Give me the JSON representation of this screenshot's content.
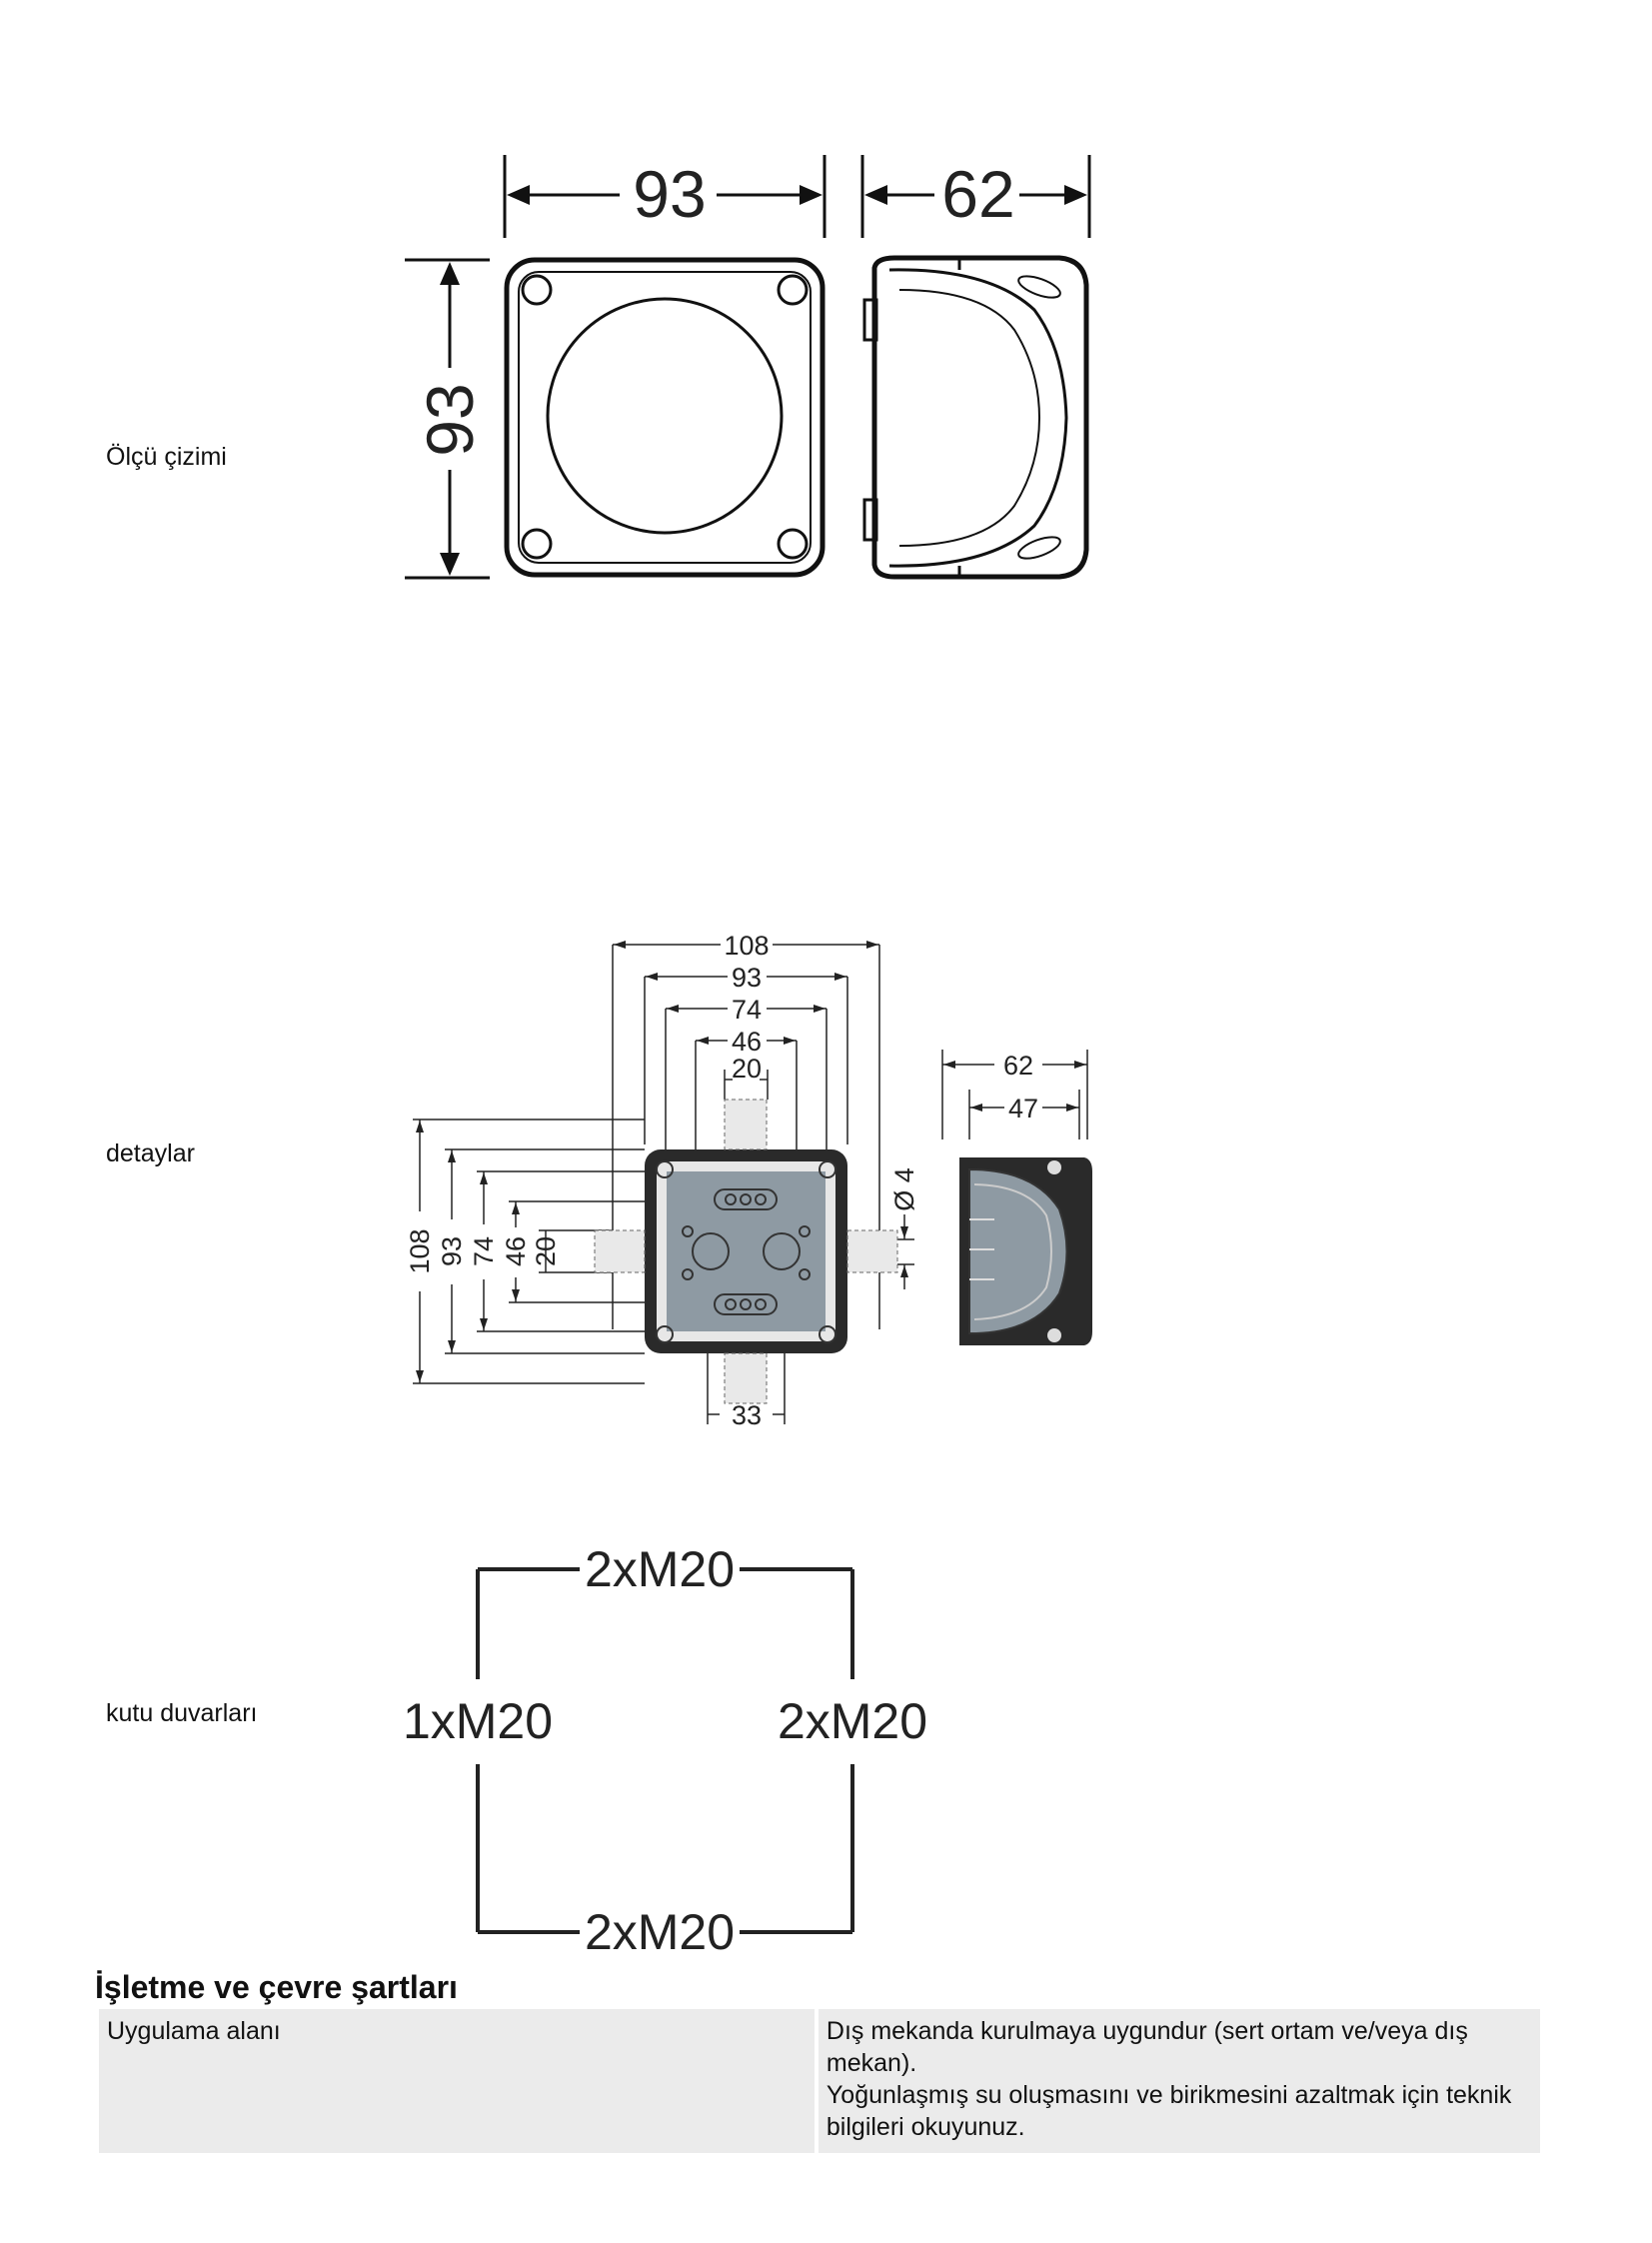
{
  "sections": [
    {
      "label": "Ölçü çizimi",
      "dims": {
        "width": "93",
        "height": "93",
        "depth": "62"
      }
    },
    {
      "label": "detaylar",
      "dims": {
        "h108": "108",
        "h93": "93",
        "h74": "74",
        "h46": "46",
        "h20": "20",
        "v108": "108",
        "v93": "93",
        "v74": "74",
        "v46": "46",
        "v20": "20",
        "bottom33": "33",
        "hole": "Ø 4",
        "side62": "62",
        "side47": "47"
      }
    },
    {
      "label": "kutu duvarları",
      "walls": {
        "top": "2xM20",
        "left": "1xM20",
        "right": "2xM20",
        "bottom": "2xM20"
      }
    }
  ],
  "operating": {
    "title": "İşletme ve çevre şartları",
    "rows": [
      {
        "key": "Uygulama alanı",
        "lines": [
          "Dış mekanda kurulmaya uygundur (sert ortam ve/veya dış mekan).",
          "Yoğunlaşmış su oluşmasını ve birikmesini azaltmak için teknik bilgileri okuyunuz."
        ]
      }
    ]
  }
}
